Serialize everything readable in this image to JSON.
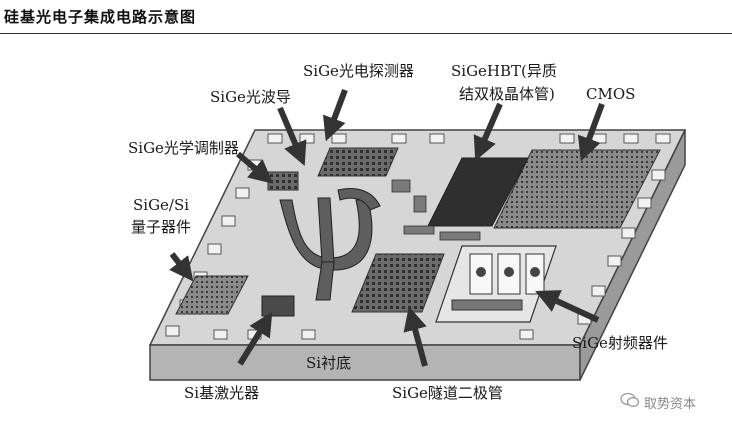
{
  "title": "硅基光电子集成电路示意图",
  "labels": {
    "photodetector": "SiGe光电探测器",
    "hbt_line1": "SiGeHBT(异质",
    "hbt_line2": "结双极晶体管)",
    "cmos": "CMOS",
    "waveguide": "SiGe光波导",
    "modulator": "SiGe光学调制器",
    "quantum_line1": "SiGe/Si",
    "quantum_line2": "量子器件",
    "rf": "SiGe射频器件",
    "substrate": "Si衬底",
    "laser": "Si基激光器",
    "tunnel_diode": "SiGe隧道二极管"
  },
  "watermark": {
    "text": "取势资本",
    "icon": "wechat-icon"
  },
  "colors": {
    "chip_top": "#d9d9d9",
    "chip_side": "#a9a9a9",
    "dark_block": "#2e2e2e",
    "pattern": "#5a5a5a",
    "arrow": "#333333"
  }
}
